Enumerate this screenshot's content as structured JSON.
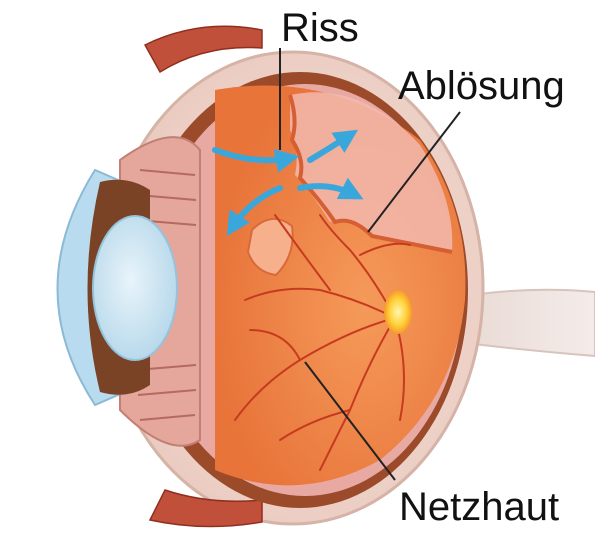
{
  "labels": {
    "tear": "Riss",
    "detachment": "Ablösung",
    "retina": "Netzhaut"
  },
  "colors": {
    "sclera": "#f2dcd4",
    "retina_orange": "#f08a4b",
    "vitreous_pink": "#e9a9a3",
    "choroid_brown": "#9b4b2a",
    "iris_brown": "#7a4326",
    "lens_blue": "#cfe6f2",
    "cornea_blue": "#b9dbef",
    "muscle_red": "#c0503a",
    "flow_arrow_blue": "#3aa7dc",
    "optic_disc_yellow": "#ffd23a",
    "vessel_red": "#c63b1f"
  },
  "icons": {
    "flow_arrows": "blue-arrow-icon"
  }
}
